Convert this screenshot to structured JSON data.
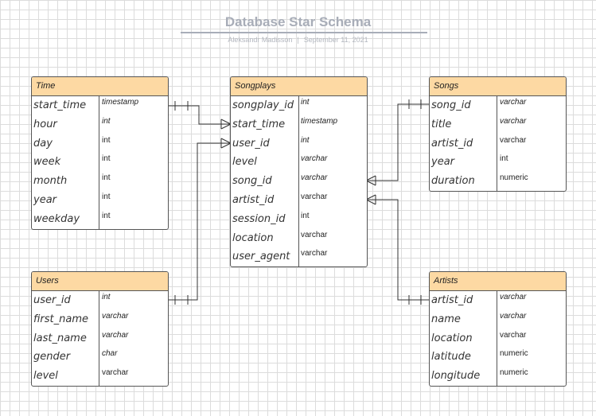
{
  "header": {
    "title": "Database Star Schema",
    "author": "Aleksandr Madisson",
    "separator": "|",
    "date": "September 11, 2021"
  },
  "entities": {
    "time": {
      "name": "Time",
      "columns": [
        {
          "name": "start_time",
          "type": "timestamp",
          "type_italic": true
        },
        {
          "name": "hour",
          "type": "int",
          "type_italic": true
        },
        {
          "name": "day",
          "type": "int",
          "type_italic": false
        },
        {
          "name": "week",
          "type": "int",
          "type_italic": false
        },
        {
          "name": "month",
          "type": "int",
          "type_italic": false
        },
        {
          "name": "year",
          "type": "int",
          "type_italic": false
        },
        {
          "name": "weekday",
          "type": "int",
          "type_italic": false
        }
      ]
    },
    "songplays": {
      "name": "Songplays",
      "columns": [
        {
          "name": "songplay_id",
          "type": "int",
          "type_italic": true
        },
        {
          "name": "start_time",
          "type": "timestamp",
          "type_italic": true
        },
        {
          "name": "user_id",
          "type": "int",
          "type_italic": true
        },
        {
          "name": "level",
          "type": "varchar",
          "type_italic": true
        },
        {
          "name": "song_id",
          "type": "varchar",
          "type_italic": true
        },
        {
          "name": "artist_id",
          "type": "varchar",
          "type_italic": false
        },
        {
          "name": "session_id",
          "type": "int",
          "type_italic": false
        },
        {
          "name": "location",
          "type": "varchar",
          "type_italic": false
        },
        {
          "name": "user_agent",
          "type": "varchar",
          "type_italic": false
        }
      ]
    },
    "songs": {
      "name": "Songs",
      "columns": [
        {
          "name": "song_id",
          "type": "varchar",
          "type_italic": true
        },
        {
          "name": "title",
          "type": "varchar",
          "type_italic": true
        },
        {
          "name": "artist_id",
          "type": "varchar",
          "type_italic": false
        },
        {
          "name": "year",
          "type": "int",
          "type_italic": false
        },
        {
          "name": "duration",
          "type": "numeric",
          "type_italic": false
        }
      ]
    },
    "users": {
      "name": "Users",
      "columns": [
        {
          "name": "user_id",
          "type": "int",
          "type_italic": true
        },
        {
          "name": "first_name",
          "type": "varchar",
          "type_italic": true
        },
        {
          "name": "last_name",
          "type": "varchar",
          "type_italic": true
        },
        {
          "name": "gender",
          "type": "char",
          "type_italic": true
        },
        {
          "name": "level",
          "type": "varchar",
          "type_italic": false
        }
      ]
    },
    "artists": {
      "name": "Artists",
      "columns": [
        {
          "name": "artist_id",
          "type": "varchar",
          "type_italic": true
        },
        {
          "name": "name",
          "type": "varchar",
          "type_italic": true
        },
        {
          "name": "location",
          "type": "varchar",
          "type_italic": false
        },
        {
          "name": "latitude",
          "type": "numeric",
          "type_italic": false
        },
        {
          "name": "longitude",
          "type": "numeric",
          "type_italic": false
        }
      ]
    }
  },
  "relationships": [
    {
      "from": "time.start_time",
      "to": "songplays.start_time",
      "from_end": "one",
      "to_end": "many"
    },
    {
      "from": "users.user_id",
      "to": "songplays.user_id",
      "from_end": "one",
      "to_end": "many"
    },
    {
      "from": "songs.song_id",
      "to": "songplays.song_id",
      "from_end": "one",
      "to_end": "many"
    },
    {
      "from": "artists.artist_id",
      "to": "songplays.artist_id",
      "from_end": "one",
      "to_end": "many"
    }
  ],
  "colors": {
    "header_fill": "#fdd9a3",
    "border": "#555555",
    "title_text": "#a8adb8",
    "grid": "#dcdcdc"
  }
}
